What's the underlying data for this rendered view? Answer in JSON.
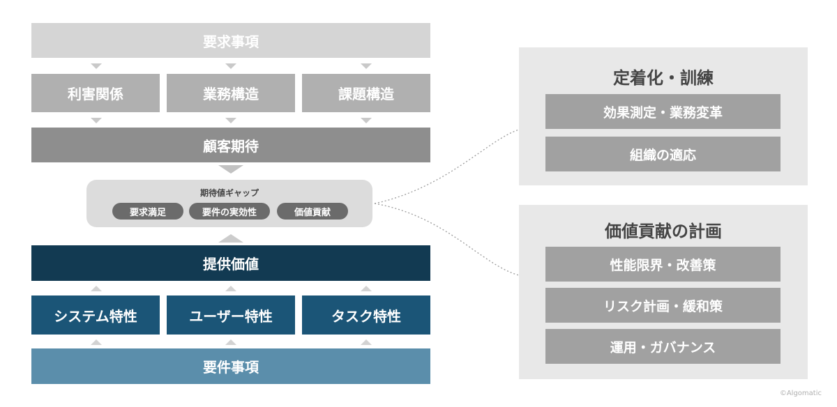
{
  "left": {
    "requirements": "要求事項",
    "row1": [
      "利害関係",
      "業務構造",
      "課題構造"
    ],
    "customer_expectation": "顧客期待",
    "gap": {
      "title": "期待値ギャップ",
      "tags": [
        "要求満足",
        "要件の実効性",
        "価値貢献"
      ]
    },
    "provided_value": "提供価値",
    "row2": [
      "システム特性",
      "ユーザー特性",
      "タスク特性"
    ],
    "requirement_items": "要件事項"
  },
  "right": {
    "panel1": {
      "title": "定着化・訓練",
      "items": [
        "効果測定・業務変革",
        "組織の適応"
      ]
    },
    "panel2": {
      "title": "価値貢献の計画",
      "items": [
        "性能限界・改善策",
        "リスク計画・緩和策",
        "運用・ガバナンス"
      ]
    }
  },
  "credit": "©Algomatic",
  "colors": {
    "requirements": "#d5d5d5",
    "row1": "#b0b0b0",
    "customer_expectation": "#8e8e8e",
    "gap_bg": "#dcdcdc",
    "gap_tag": "#6b6b6b",
    "provided_value": "#123a52",
    "row2": "#1b5577",
    "requirement_items": "#5b8eab",
    "panel_bg": "#e8e8e8",
    "panel_item": "#a1a1a1"
  }
}
